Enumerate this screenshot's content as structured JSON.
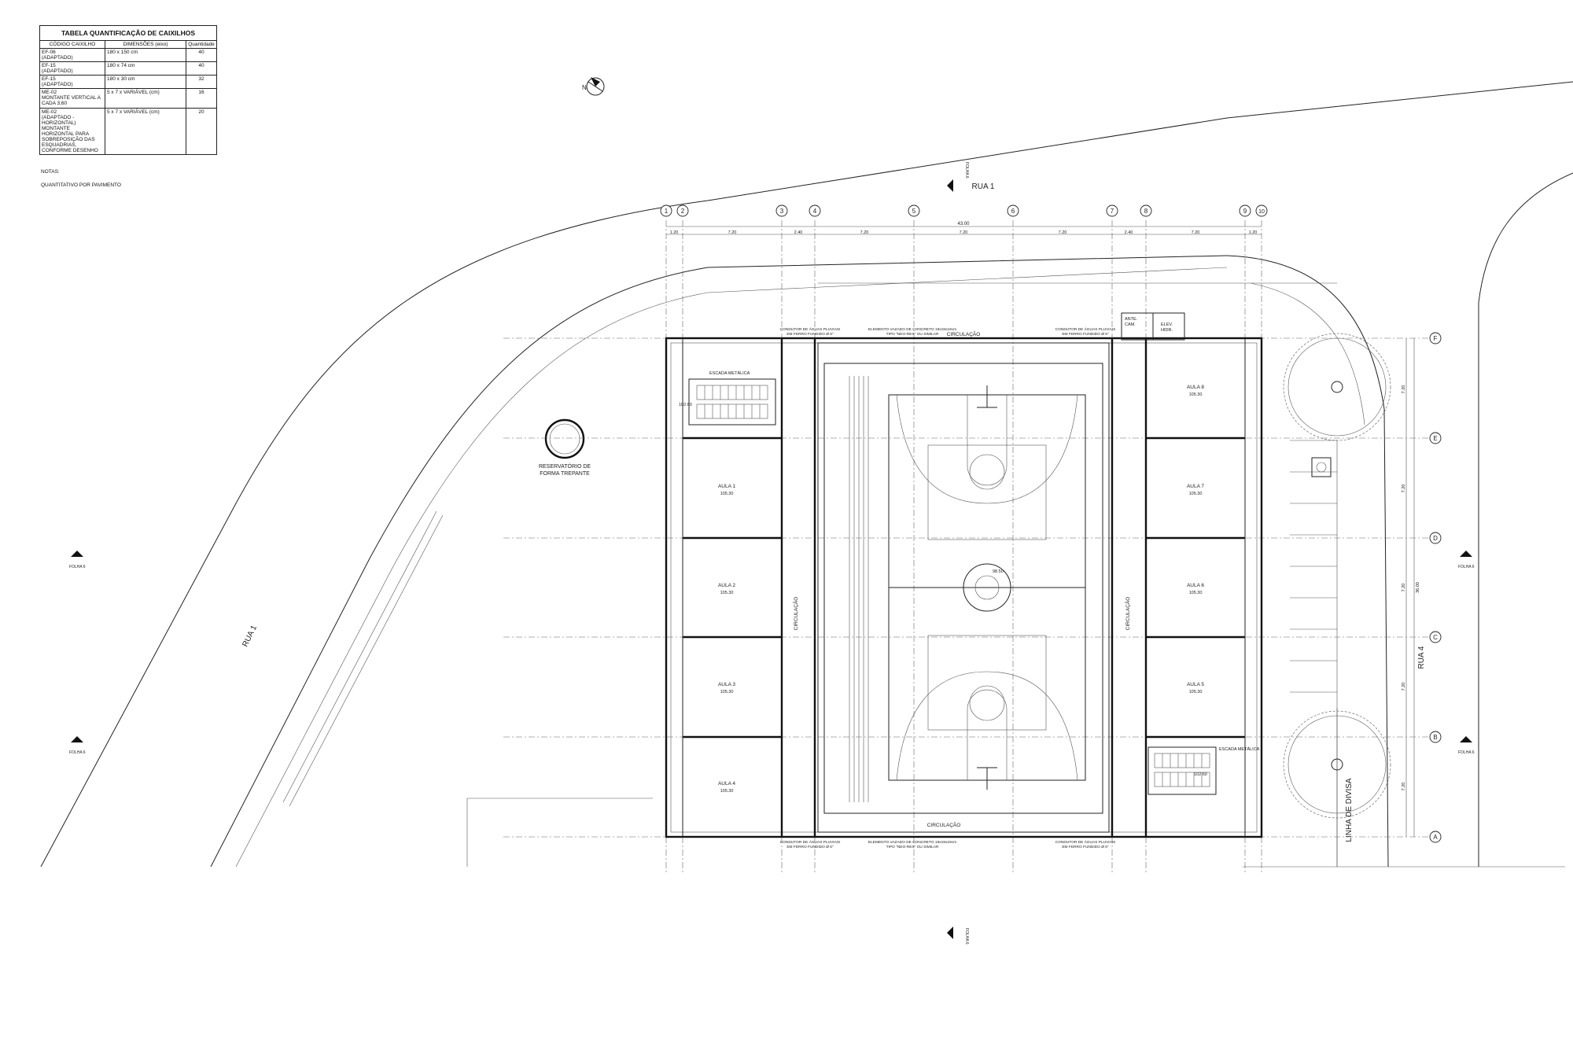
{
  "schedule": {
    "title": "TABELA QUANTIFICAÇÃO DE CAIXILHOS",
    "headers": [
      "CÓDIGO CAIXILHO",
      "DIMENSÕES (eixo)",
      "Quantidade"
    ],
    "rows": [
      {
        "code": "EF-06",
        "sub": "(ADAPTADO)",
        "dim": "180 x 150 cm",
        "qty": "40"
      },
      {
        "code": "EF-15",
        "sub": "(ADAPTADO)",
        "dim": "180 x 74 cm",
        "qty": "40"
      },
      {
        "code": "EF-15",
        "sub": "(ADAPTADO)",
        "dim": "180 x 30 cm",
        "qty": "32"
      },
      {
        "code": "ME-02",
        "sub": "MONTANTE VERTICAL A CADA 3,60",
        "dim": "5 x 7 x VARIÁVEL (cm)",
        "qty": "16"
      },
      {
        "code": "ME-02",
        "sub": "(ADAPTADO -HORIZONTAL) MONTANTE HORIZONTAL PARA SOBREPOSIÇÃO DAS ESQUADRIAS, CONFORME DESENHO",
        "dim": "5 x 7 x VARIÁVEL (cm)",
        "qty": "20"
      }
    ]
  },
  "notes": {
    "title": "NOTAS:",
    "text": "QUANTITATIVO POR PAVIMENTO"
  },
  "streets": {
    "top": "RUA 1",
    "left": "RUA 1",
    "right": "RUA 4",
    "divisa": "LINHA DE DIVISA"
  },
  "reservoir": {
    "l1": "RESERVATÓRIO DE",
    "l2": "FORMA TREPANTE"
  },
  "folha": "FOLHA 6",
  "grid_columns": [
    "1",
    "2",
    "3",
    "4",
    "5",
    "6",
    "7",
    "8",
    "9",
    "10"
  ],
  "grid_rows": [
    "F",
    "E",
    "D",
    "C",
    "B",
    "A"
  ],
  "dims_top": [
    "1.20",
    "7.20",
    "2.40",
    "7.20",
    "7.20",
    "7.20",
    "2.40",
    "7.20",
    "1.20"
  ],
  "dims_total": "43.00",
  "dims_right": [
    "7.20",
    "7.20",
    "7.20",
    "7.20",
    "7.20"
  ],
  "dims_right_total": "36.00",
  "rooms_left": [
    {
      "name": "AULA 1",
      "area": "105.30"
    },
    {
      "name": "AULA 2",
      "area": "105.30"
    },
    {
      "name": "AULA 3",
      "area": "105.30"
    },
    {
      "name": "AULA 4",
      "area": "105.30"
    }
  ],
  "rooms_right": [
    {
      "name": "AULA 8",
      "area": "105.30"
    },
    {
      "name": "AULA 7",
      "area": "105.30"
    },
    {
      "name": "AULA 6",
      "area": "105.30"
    },
    {
      "name": "AULA 5",
      "area": "105.30"
    }
  ],
  "labels": {
    "circ_top": "CIRCULAÇÃO",
    "circ_bottom": "CIRCULAÇÃO",
    "court_level": "98.50",
    "stair_label": "ESCADA METÁLICA",
    "stair_level": "102.60",
    "elev": "ELEV.",
    "elev2": "HIDR.",
    "antec": "ANTE.",
    "cam": "CAM.",
    "cobogo_top": "ELEMENTO VAZADO DE CONCRETO 19x19x19cm",
    "cobogo_sub": "TIPO \"NEO-REX\" OU SIMILAR",
    "rain_top": "CONDUTOR DE ÁGUAS PLUVIAIS",
    "rain_sub": "EM FERRO FUNDIDO Ø 6\"",
    "circ_side": "CIRCULAÇÃO",
    "north": "N"
  }
}
